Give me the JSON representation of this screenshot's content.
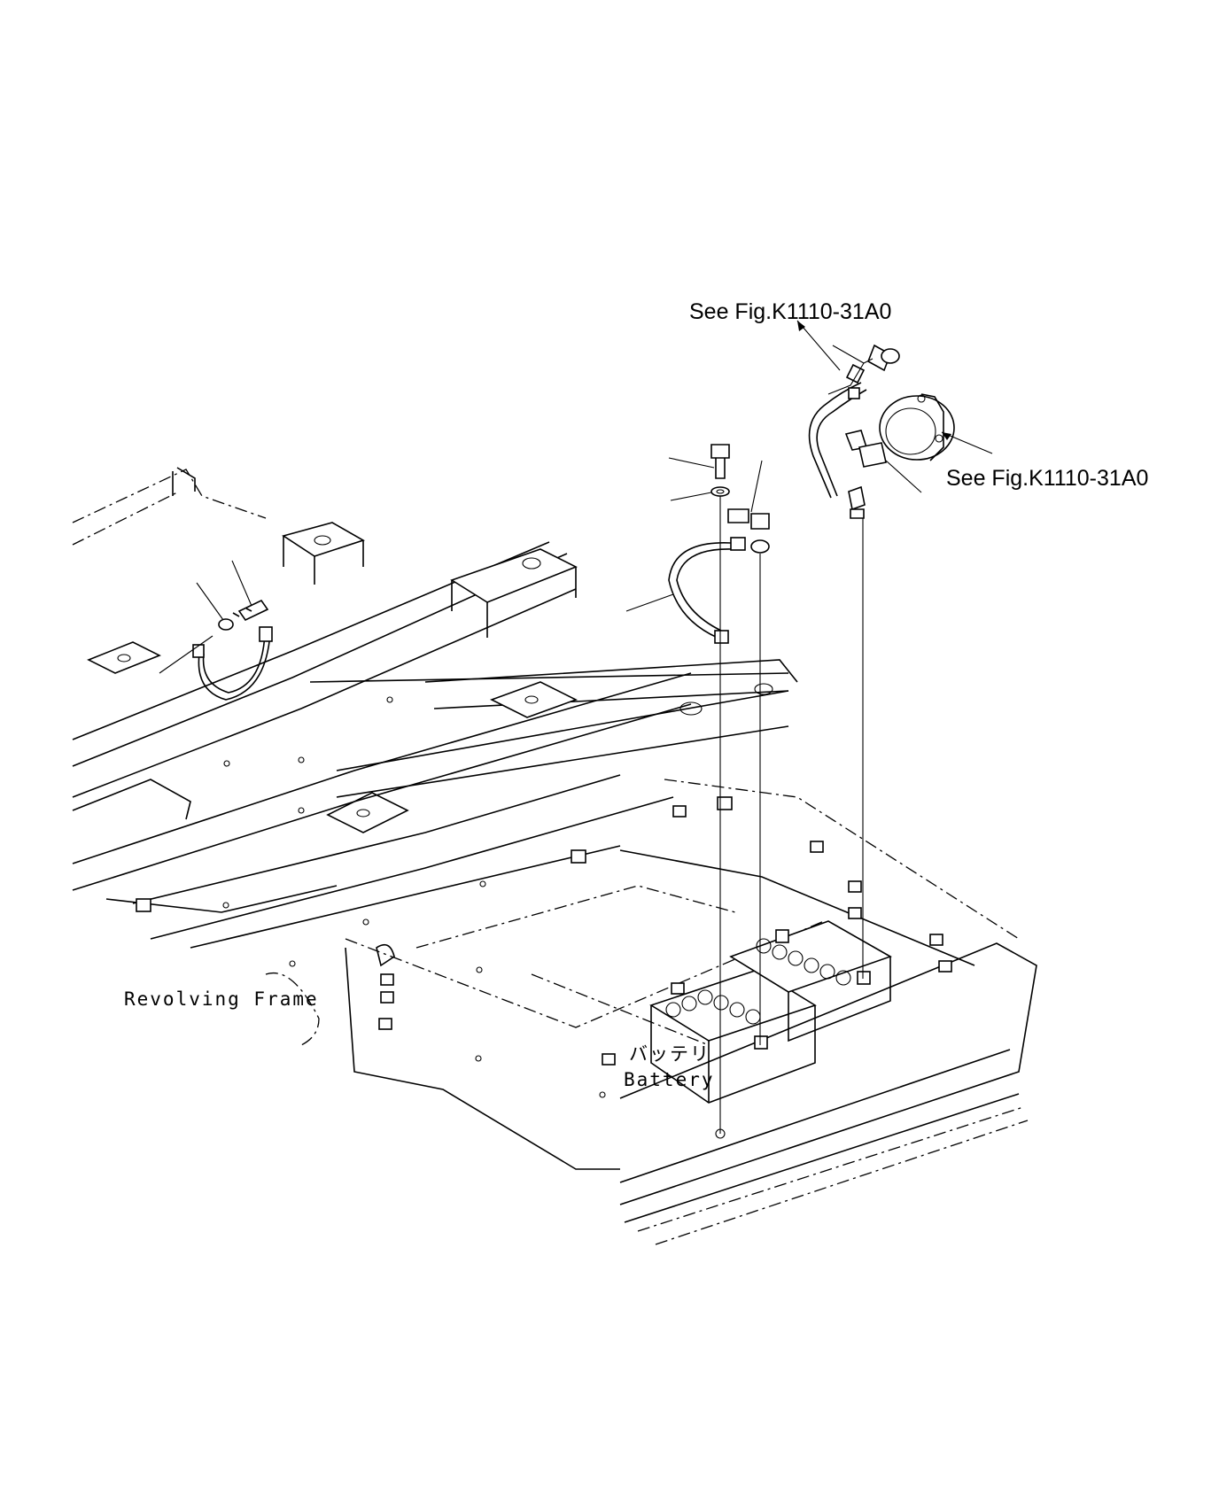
{
  "labels": {
    "see_fig_top": "See Fig.K1110-31A0",
    "see_fig_right": "See Fig.K1110-31A0",
    "revolving_frame": "Revolving Frame",
    "battery_jp": "バッテリ",
    "battery_en": "Battery"
  },
  "colors": {
    "line": "#000000",
    "background": "#ffffff"
  }
}
